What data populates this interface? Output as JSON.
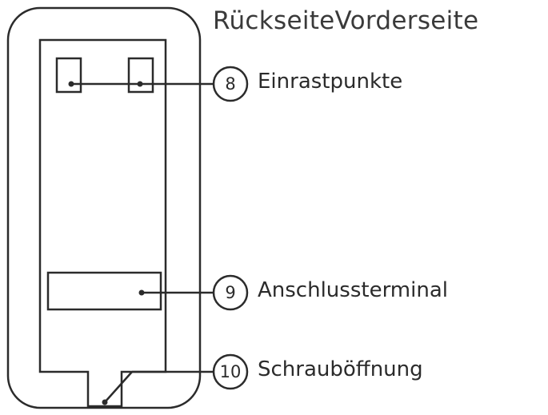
{
  "title": "RückseiteVorderseite",
  "callouts": [
    {
      "number": "8",
      "label": "Einrastpunkte"
    },
    {
      "number": "9",
      "label": "Anschlussterminal"
    },
    {
      "number": "10",
      "label": "Schrauböffnung"
    }
  ],
  "colors": {
    "line": "#2b2b2b",
    "background": "#ffffff"
  }
}
